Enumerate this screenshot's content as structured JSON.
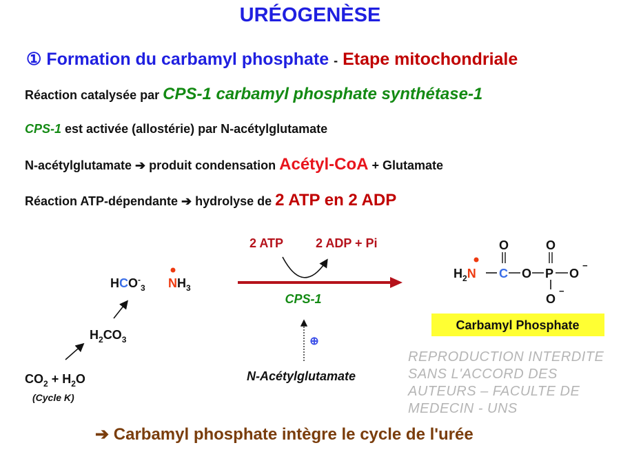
{
  "title": "URÉOGENÈSE",
  "heading": {
    "number": "①",
    "text": "Formation du carbamyl phosphate",
    "sep": "-",
    "stage": "Etape mitochondriale"
  },
  "lines": {
    "l1": {
      "a": "Réaction catalysée par",
      "b": "CPS-1 carbamyl phosphate synthétase-1"
    },
    "l2": {
      "a": "CPS-1",
      "b": "est activée (allostérie) par N-acétylglutamate"
    },
    "l3": {
      "a": "N-acétylglutamate ➔ produit condensation",
      "b": "Acétyl-CoA",
      "c": "+ Glutamate"
    },
    "l4": {
      "a": "Réaction ATP-dépendante ➔ hydrolyse de",
      "b": "2 ATP en 2 ADP"
    }
  },
  "diagram": {
    "atp_in": "2 ATP",
    "adp_out": "2 ADP + Pi",
    "enzyme": "CPS-1",
    "activator_sign": "⊕",
    "activator": "N-Acétylglutamate",
    "hco3": {
      "h": "H",
      "c": "C",
      "o": "O",
      "sup": "-",
      "sub": "3"
    },
    "nh3": {
      "n": "N",
      "h": "H",
      "sub": "3"
    },
    "h2co3": {
      "h": "H",
      "sub1": "2",
      "co": "CO",
      "sub2": "3"
    },
    "co2h2o": {
      "co": "CO",
      "sub1": "2",
      "plus": " + H",
      "sub2": "2",
      "o": "O"
    },
    "cycle": "(Cycle K)",
    "product": {
      "h2": "H",
      "sub": "2",
      "n": "N",
      "c": "C",
      "o": "O",
      "p": "P",
      "minus": "−",
      "label": "Carbamyl Phosphate"
    }
  },
  "conclusion": "➔  Carbamyl phosphate intègre le cycle de l'urée",
  "watermark": "REPRODUCTION INTERDITE SANS L'ACCORD DES AUTEURS – FACULTE DE MEDECIN - UNS",
  "colors": {
    "blue": "#1f1fe0",
    "red": "#c00000",
    "bright_red": "#e8141c",
    "green": "#138a13",
    "brown": "#7a3d0c",
    "yellow": "#ffff33",
    "atom_blue": "#3a6ee8",
    "atom_red": "#ee3a10"
  }
}
